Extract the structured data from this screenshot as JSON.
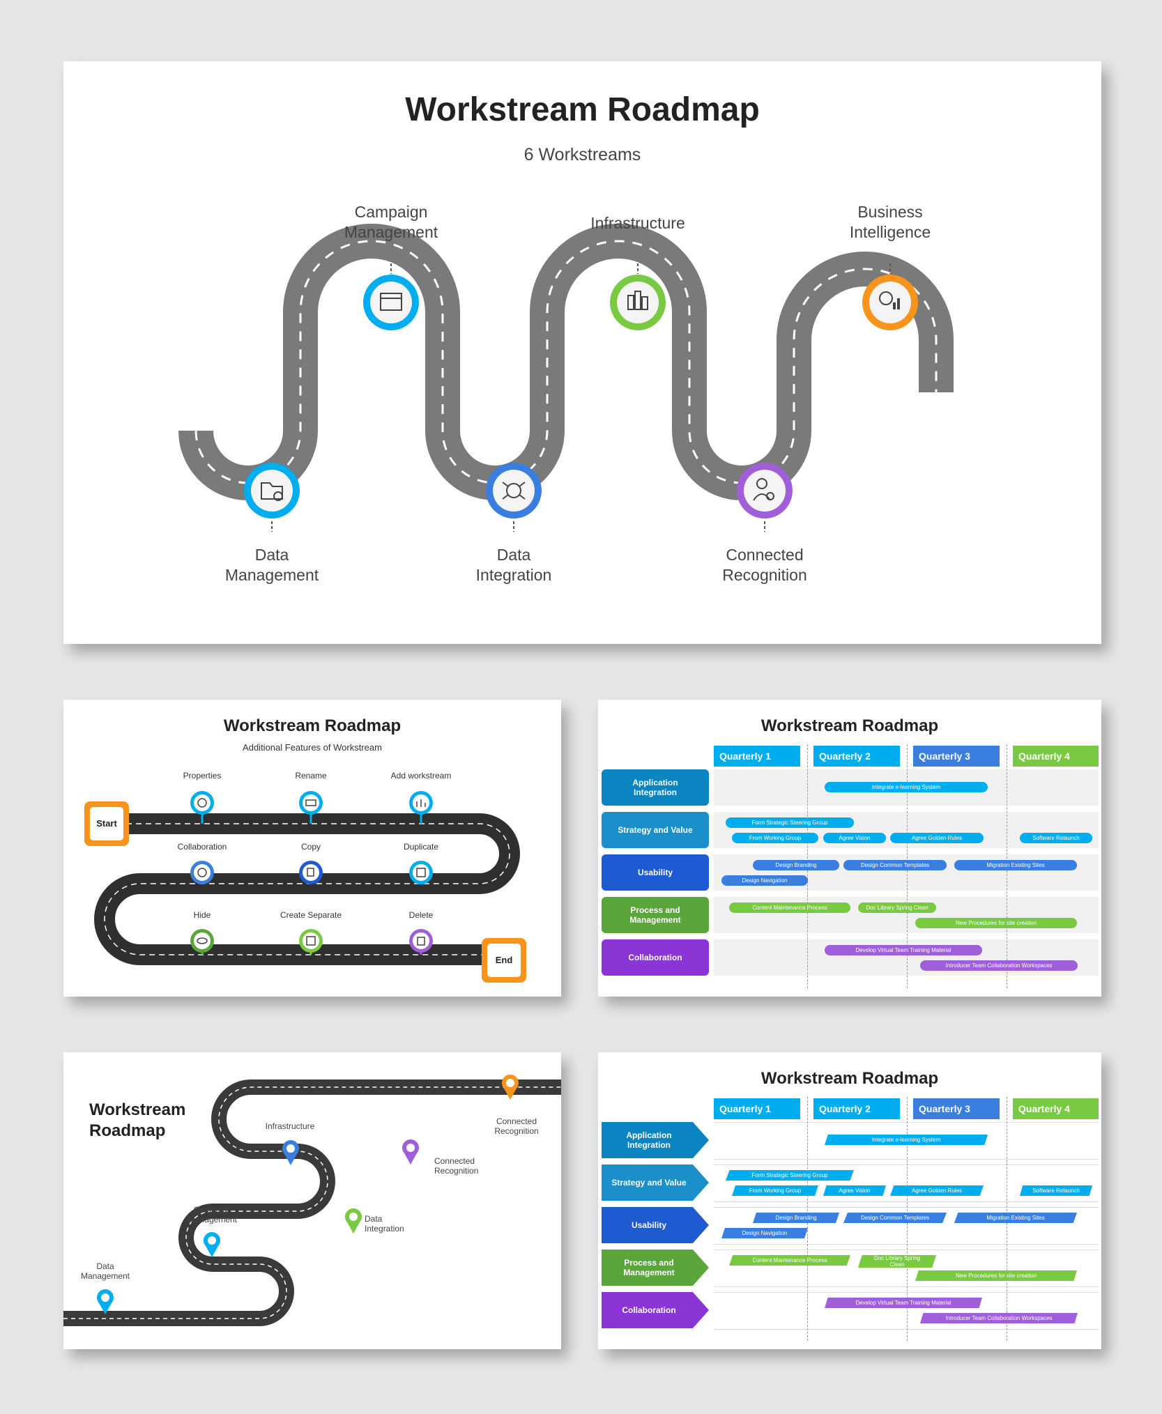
{
  "slide1": {
    "title": "Workstream Roadmap",
    "subtitle": "6 Workstreams",
    "top_labels": [
      "Campaign\nManagement",
      "Infrastructure",
      "Business\nIntelligence"
    ],
    "bottom_labels": [
      "Data\nManagement",
      "Data\nIntegration",
      "Connected\nRecognition"
    ],
    "colors": [
      "#00aeef",
      "#00aeef",
      "#3a7fe0",
      "#7ac943",
      "#a05fd8",
      "#f7941d"
    ]
  },
  "slide2": {
    "title": "Workstream Roadmap",
    "subtitle": "Additional Features of Workstream",
    "start": "Start",
    "end": "End",
    "features": [
      {
        "label": "Properties"
      },
      {
        "label": "Rename"
      },
      {
        "label": "Add workstream"
      },
      {
        "label": "Collaboration"
      },
      {
        "label": "Copy"
      },
      {
        "label": "Duplicate"
      },
      {
        "label": "Hide"
      },
      {
        "label": "Create Separate"
      },
      {
        "label": "Delete"
      }
    ]
  },
  "slide3": {
    "title": "Workstream Roadmap",
    "quarters": [
      "Quarterly 1",
      "Quarterly 2",
      "Quarterly 3",
      "Quarterly 4"
    ],
    "rows": [
      "Application\nIntegration",
      "Strategy and Value",
      "Usability",
      "Process and\nManagement",
      "Collaboration"
    ],
    "bars": [
      "Integrate e-learning System",
      "Form Strategic Steering Group",
      "From Working Group",
      "Agree Vision",
      "Agree Golden Rules",
      "Software Relaunch",
      "Design Branding",
      "Design Common Templates",
      "Migration Existing Sites",
      "Design Navigation",
      "Content Maintenance Process",
      "Doc Library Spring Clean",
      "New Procedures for site creation",
      "Develop Virtual Team Training Material",
      "Introducer Team Collaboration Workspaces"
    ]
  },
  "slide4": {
    "title_line1": "Workstream",
    "title_line2": "Roadmap",
    "labels": [
      "Data\nManagement",
      "Campaign\nManagement",
      "Data\nIntegration",
      "Infrastructure",
      "Connected\nRecognition",
      "Connected\nRecognition"
    ]
  },
  "slide5": {
    "title": "Workstream Roadmap",
    "quarters": [
      "Quarterly 1",
      "Quarterly 2",
      "Quarterly 3",
      "Quarterly 4"
    ],
    "rows": [
      "Application\nIntegration",
      "Strategy and Value",
      "Usability",
      "Process and\nManagement",
      "Collaboration"
    ],
    "bars": [
      "Integrate e-learning System",
      "Form Strategic Steering Group",
      "From Working Group",
      "Agree Vision",
      "Agree Golden Rules",
      "Software Relaunch",
      "Design Branding",
      "Design Common Templates",
      "Migration Existing Sites",
      "Design Navigation",
      "Content Maintenance Process",
      "Doc Library Spring\nClean",
      "New Procedures for site creation",
      "Develop Virtual Team Training Material",
      "Introducer Team Collaboration Workspaces"
    ]
  },
  "palette": {
    "q1": "#00aeef",
    "q2": "#00aeef",
    "q3": "#3a7fe0",
    "q4": "#7ac943",
    "row1": "#0a85c2",
    "row2": "#1a8fc9",
    "row3": "#1f5bd0",
    "row4": "#5aa63a",
    "row5": "#8b35d6"
  }
}
